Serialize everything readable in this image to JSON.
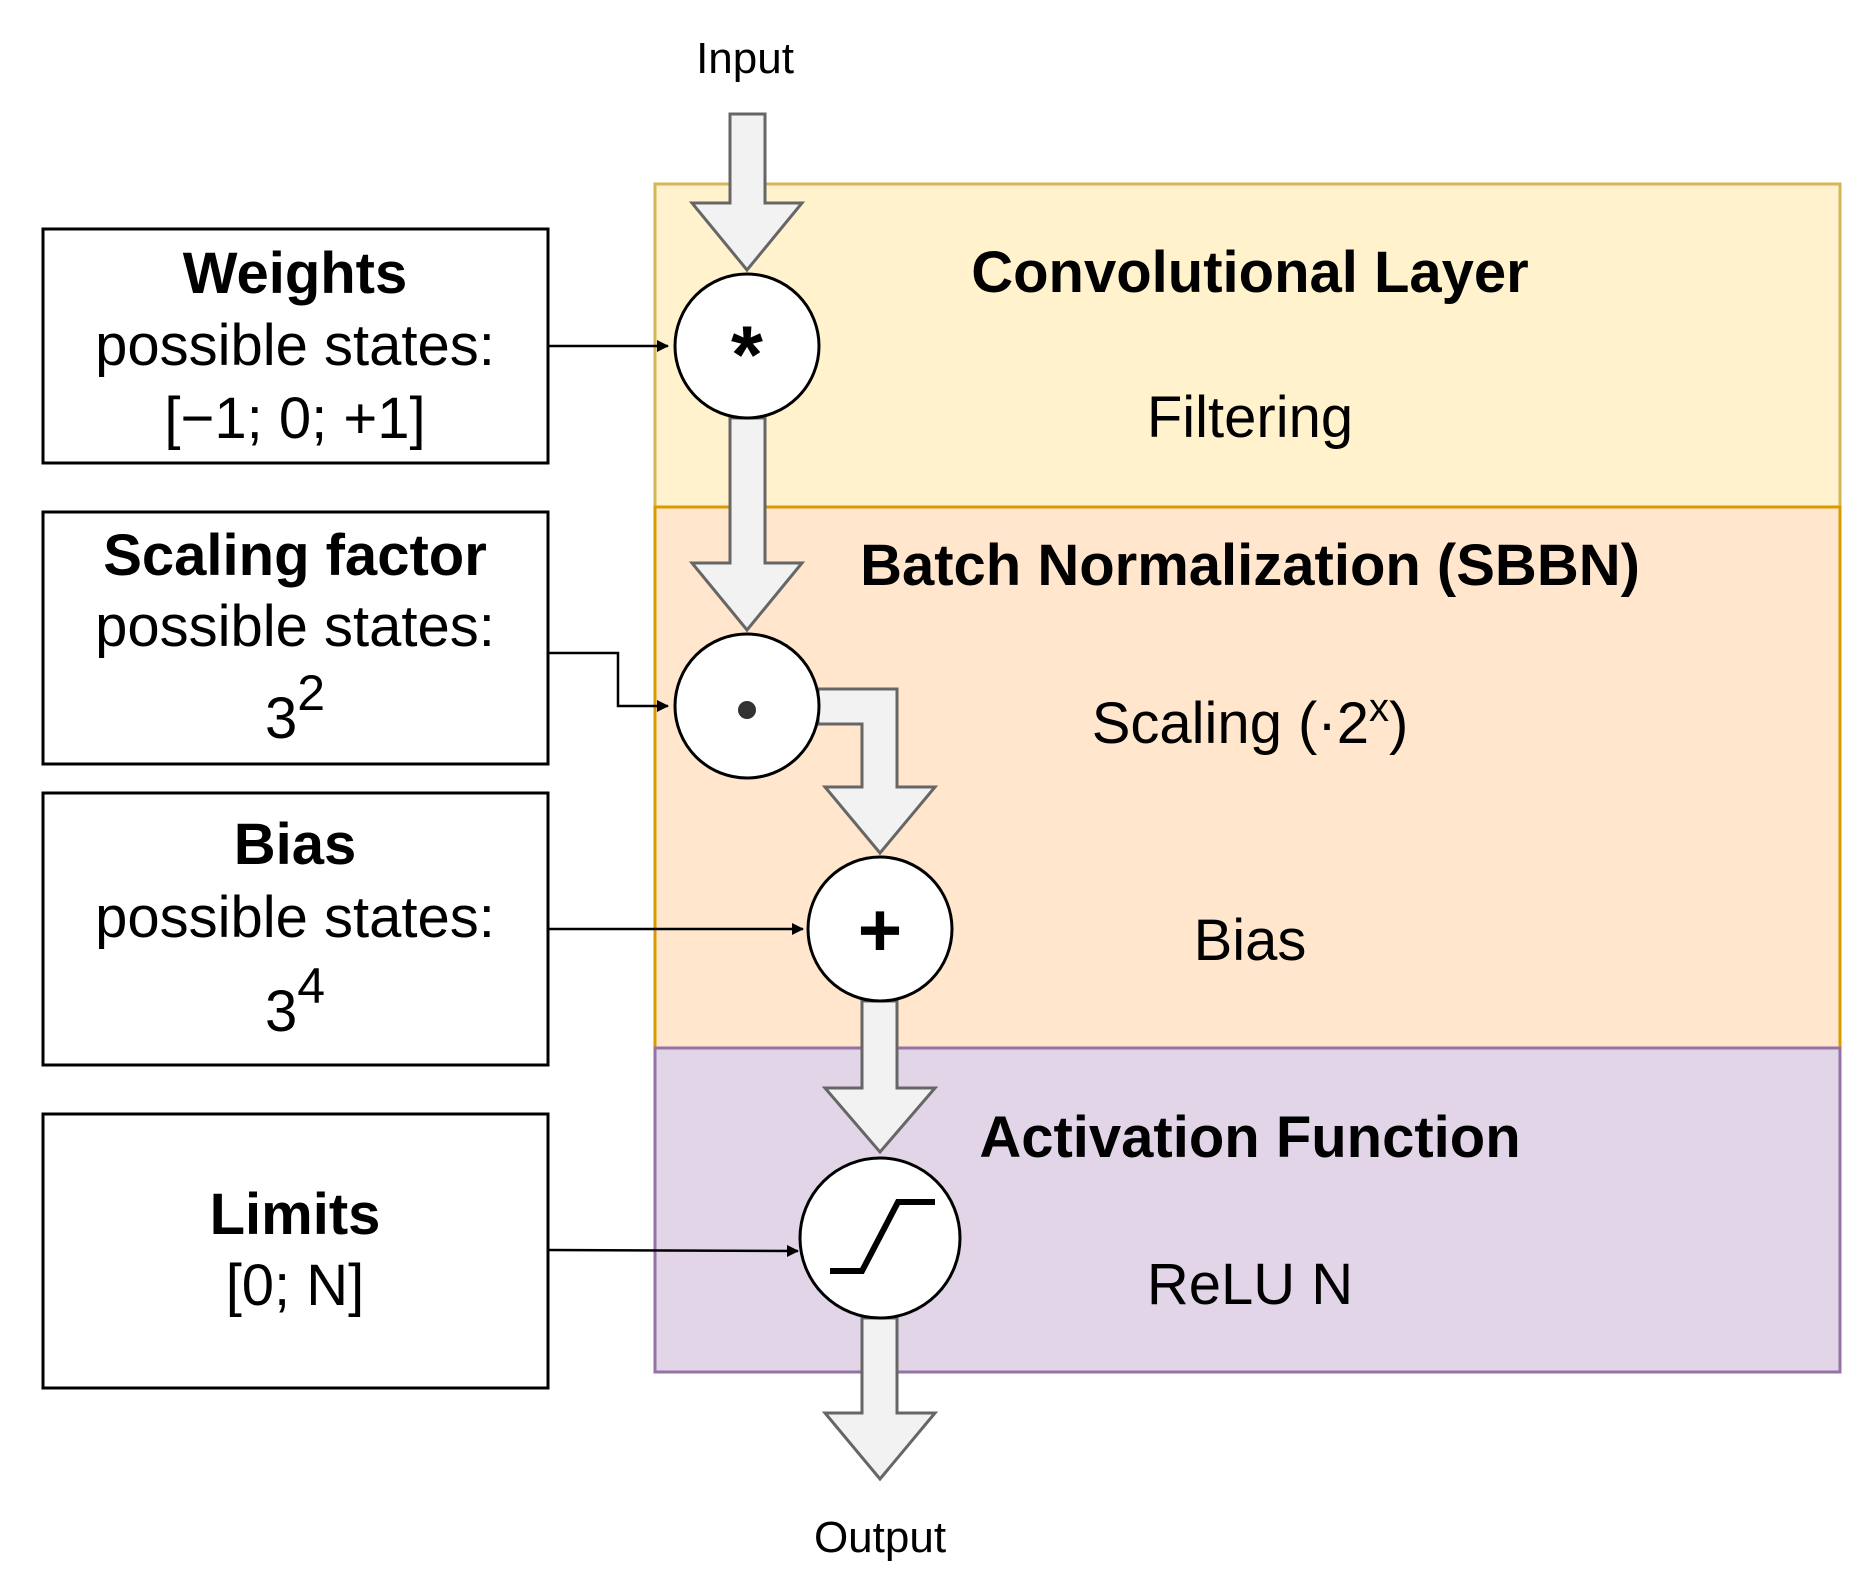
{
  "io": {
    "input": "Input",
    "output": "Output"
  },
  "layers": {
    "conv": {
      "title": "Convolutional Layer",
      "subtitle": "Filtering",
      "fill": "#FFF2CC",
      "stroke": "#D6B656"
    },
    "bn": {
      "title": "Batch Normalization (SBBN)",
      "subtitle": "Scaling (·2",
      "subtitle_sup": "x",
      "subtitle_end": ")",
      "bias": "Bias",
      "fill": "#FFE6CC",
      "stroke": "#D79B00"
    },
    "act": {
      "title": "Activation Function",
      "subtitle": "ReLU N",
      "fill": "#E1D5E7",
      "stroke": "#9673A6"
    }
  },
  "params": {
    "weights": {
      "title": "Weights",
      "line1": "possible states:",
      "line2": "[−1; 0; +1]"
    },
    "scaling": {
      "title": "Scaling factor",
      "line1": "possible states:",
      "base": "3",
      "exp": "2"
    },
    "bias": {
      "title": "Bias",
      "line1": "possible states:",
      "base": "3",
      "exp": "4"
    },
    "limits": {
      "title": "Limits",
      "line1": "[0; N]"
    }
  },
  "operators": {
    "conv": "*",
    "scale": "•",
    "add": "+",
    "activation": "ramp-icon"
  },
  "colors": {
    "arrow_fill": "#F2F2F2",
    "arrow_stroke": "#666666"
  }
}
